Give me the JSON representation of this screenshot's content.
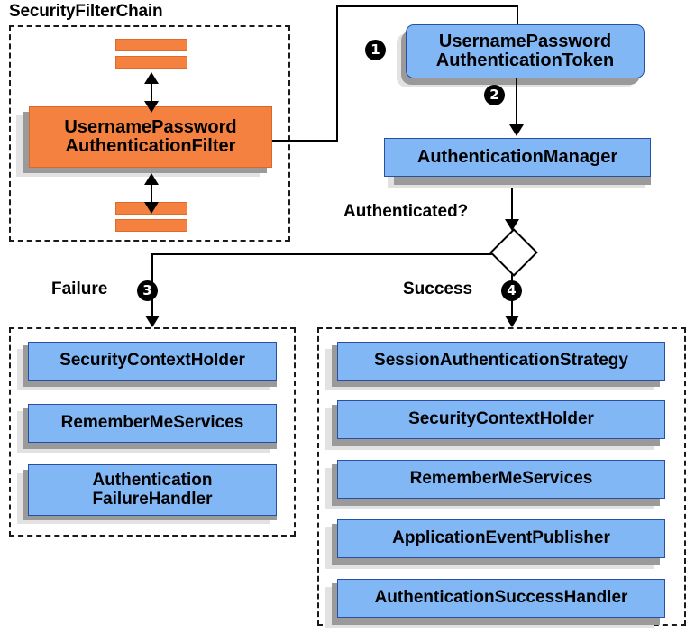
{
  "diagram": {
    "title": "Spring Security UsernamePasswordAuthenticationFilter flow",
    "colors": {
      "blue_fill": "#81b7f5",
      "blue_border": "#2b4fa0",
      "orange_fill": "#f4813f",
      "orange_border": "#d9662a",
      "shadow_dark": "#9a9a9a",
      "shadow_light": "#e2e2e2",
      "line": "#000000",
      "badge_fill": "#000000",
      "badge_text": "#ffffff"
    }
  },
  "filter_chain": {
    "title": "SecurityFilterChain",
    "filter_box": {
      "label": "UsernamePassword\nAuthenticationFilter"
    },
    "bars": [
      {
        "name": "filter-bar-top-1"
      },
      {
        "name": "filter-bar-top-2"
      },
      {
        "name": "filter-bar-bottom-1"
      },
      {
        "name": "filter-bar-bottom-2"
      }
    ]
  },
  "flow": {
    "token": {
      "label": "UsernamePassword\nAuthenticationToken"
    },
    "manager": {
      "label": "AuthenticationManager"
    },
    "decision_label": "Authenticated?",
    "failure_label": "Failure",
    "success_label": "Success",
    "badges": {
      "one": "1",
      "two": "2",
      "three": "3",
      "four": "4"
    }
  },
  "failure_group": {
    "items": [
      {
        "label": "SecurityContextHolder"
      },
      {
        "label": "RememberMeServices"
      },
      {
        "label": "Authentication\nFailureHandler"
      }
    ]
  },
  "success_group": {
    "items": [
      {
        "label": "SessionAuthenticationStrategy"
      },
      {
        "label": "SecurityContextHolder"
      },
      {
        "label": "RememberMeServices"
      },
      {
        "label": "ApplicationEventPublisher"
      },
      {
        "label": "AuthenticationSuccessHandler"
      }
    ]
  }
}
